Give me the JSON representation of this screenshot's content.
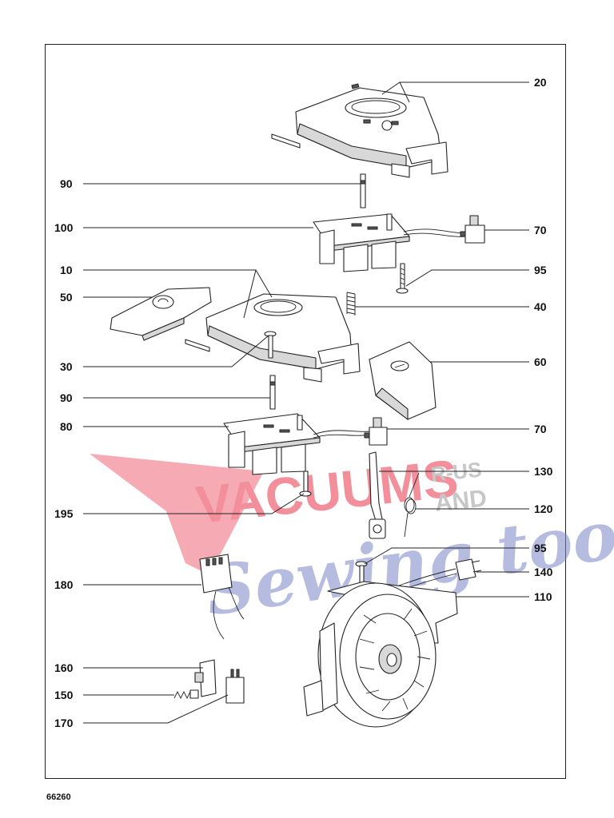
{
  "drawing_number": "66260",
  "watermark": {
    "line1": "VACUUMS",
    "line1_suffix": "R-US",
    "line2": "AND",
    "line3": "Sewing too",
    "color_red": "#e8344a",
    "color_blue": "#7b86c6",
    "color_grey": "#9a9a9a"
  },
  "callouts": [
    {
      "id": "c20a",
      "label": "20"
    },
    {
      "id": "c90a",
      "label": "90"
    },
    {
      "id": "c100",
      "label": "100"
    },
    {
      "id": "c70a",
      "label": "70"
    },
    {
      "id": "c10",
      "label": "10"
    },
    {
      "id": "c95a",
      "label": "95"
    },
    {
      "id": "c50",
      "label": "50"
    },
    {
      "id": "c40",
      "label": "40"
    },
    {
      "id": "c30",
      "label": "30"
    },
    {
      "id": "c60",
      "label": "60"
    },
    {
      "id": "c90b",
      "label": "90"
    },
    {
      "id": "c80",
      "label": "80"
    },
    {
      "id": "c70b",
      "label": "70"
    },
    {
      "id": "c130",
      "label": "130"
    },
    {
      "id": "c195",
      "label": "195"
    },
    {
      "id": "c120",
      "label": "120"
    },
    {
      "id": "c95b",
      "label": "95"
    },
    {
      "id": "c180",
      "label": "180"
    },
    {
      "id": "c140",
      "label": "140"
    },
    {
      "id": "c110",
      "label": "110"
    },
    {
      "id": "c160",
      "label": "160"
    },
    {
      "id": "c150",
      "label": "150"
    },
    {
      "id": "c170",
      "label": "170"
    }
  ]
}
